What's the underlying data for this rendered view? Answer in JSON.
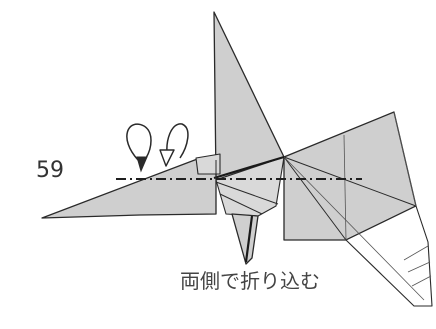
{
  "step": {
    "number": "59",
    "instruction": "両側で折り込む"
  },
  "symbols": {
    "fold_line": "valley-fold-line",
    "front_arrow": "fold-arrow-filled-head",
    "back_arrow": "fold-arrow-hollow-head"
  },
  "colors": {
    "paper": "#cfcfcf",
    "outline": "#2a2a2a",
    "background": "#ffffff"
  }
}
